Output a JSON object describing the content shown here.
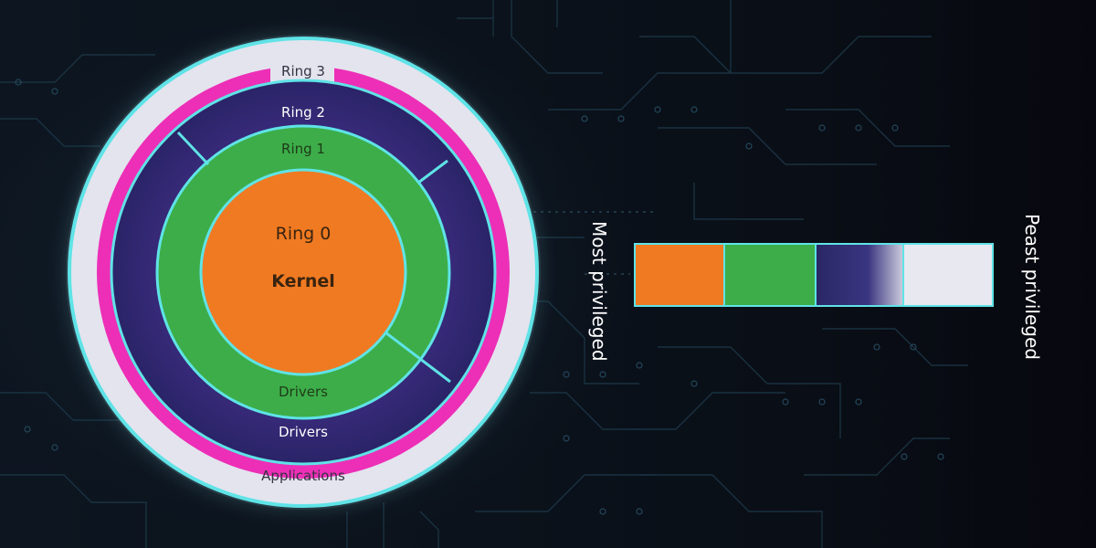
{
  "diagram": {
    "rings": {
      "ring3": {
        "title": "Ring 3",
        "caption": "Applications",
        "color": "#e4e4ee"
      },
      "ring2": {
        "title": "Ring 2",
        "caption": "Drivers",
        "color": "#3a2a78"
      },
      "ring1": {
        "title": "Ring 1",
        "caption": "Drivers",
        "color": "#3dad4a"
      },
      "ring0": {
        "title": "Ring 0",
        "caption": "Kernel",
        "color": "#ef7a22"
      }
    },
    "accent_colors": {
      "magenta": "#ec2fb6",
      "cyan": "#5fe3e6"
    }
  },
  "legend": {
    "most_label": "Most privileged",
    "least_label": "Peast privileged",
    "swatches": [
      "#ef7a22",
      "#3dad4a",
      "#2e2a6e",
      "#e8e8f0"
    ]
  }
}
